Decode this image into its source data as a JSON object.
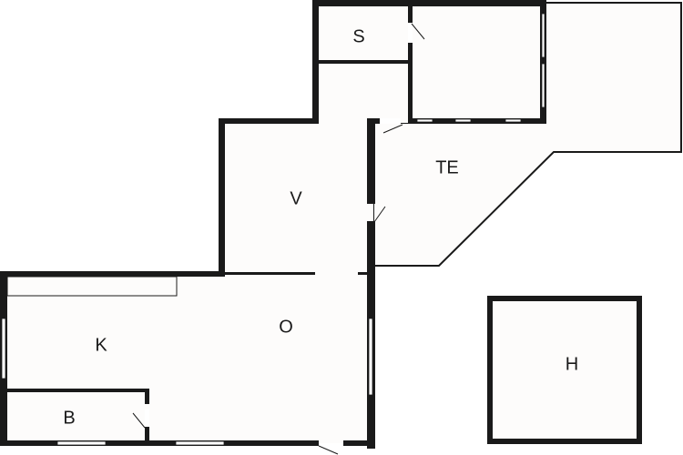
{
  "floorplan": {
    "background": "#ffffff",
    "floor_color": "#fdfcfb",
    "wall_color": "#1a1a1a",
    "rooms": [
      {
        "id": "S",
        "label": "S"
      },
      {
        "id": "V",
        "label": "V"
      },
      {
        "id": "TE",
        "label": "TE"
      },
      {
        "id": "K",
        "label": "K"
      },
      {
        "id": "O",
        "label": "O"
      },
      {
        "id": "B",
        "label": "B"
      },
      {
        "id": "H",
        "label": "H"
      }
    ]
  }
}
